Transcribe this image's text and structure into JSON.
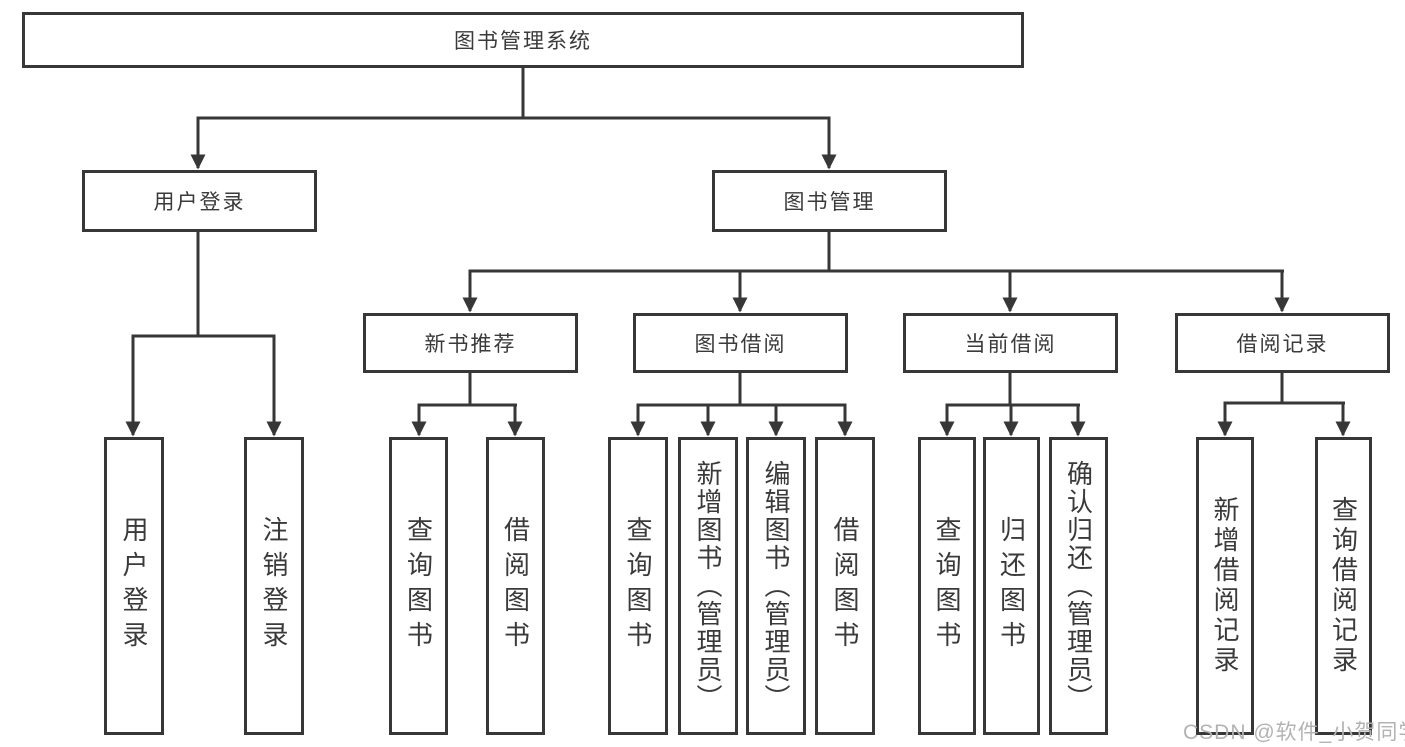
{
  "colors": {
    "line": "#373737",
    "box_border": "#373737",
    "box_fill": "#ffffff",
    "text": "#3a3a3a",
    "watermark": "#b3b3b3",
    "background": "#ffffff"
  },
  "diagram": {
    "root": {
      "label": "图书管理系统",
      "children": [
        {
          "label": "用户登录",
          "children": [
            {
              "label": "用户登录"
            },
            {
              "label": "注销登录"
            }
          ]
        },
        {
          "label": "图书管理",
          "children": [
            {
              "label": "新书推荐",
              "children": [
                {
                  "label": "查询图书"
                },
                {
                  "label": "借阅图书"
                }
              ]
            },
            {
              "label": "图书借阅",
              "children": [
                {
                  "label": "查询图书"
                },
                {
                  "label": "新增图书（管理员）"
                },
                {
                  "label": "编辑图书（管理员）"
                },
                {
                  "label": "借阅图书"
                }
              ]
            },
            {
              "label": "当前借阅",
              "children": [
                {
                  "label": "查询图书"
                },
                {
                  "label": "归还图书"
                },
                {
                  "label": "确认归还（管理员）"
                }
              ]
            },
            {
              "label": "借阅记录",
              "children": [
                {
                  "label": "新增借阅记录"
                },
                {
                  "label": "查询借阅记录"
                }
              ]
            }
          ]
        }
      ]
    }
  },
  "watermark": {
    "text": "CSDN @软件_小贺同学"
  }
}
